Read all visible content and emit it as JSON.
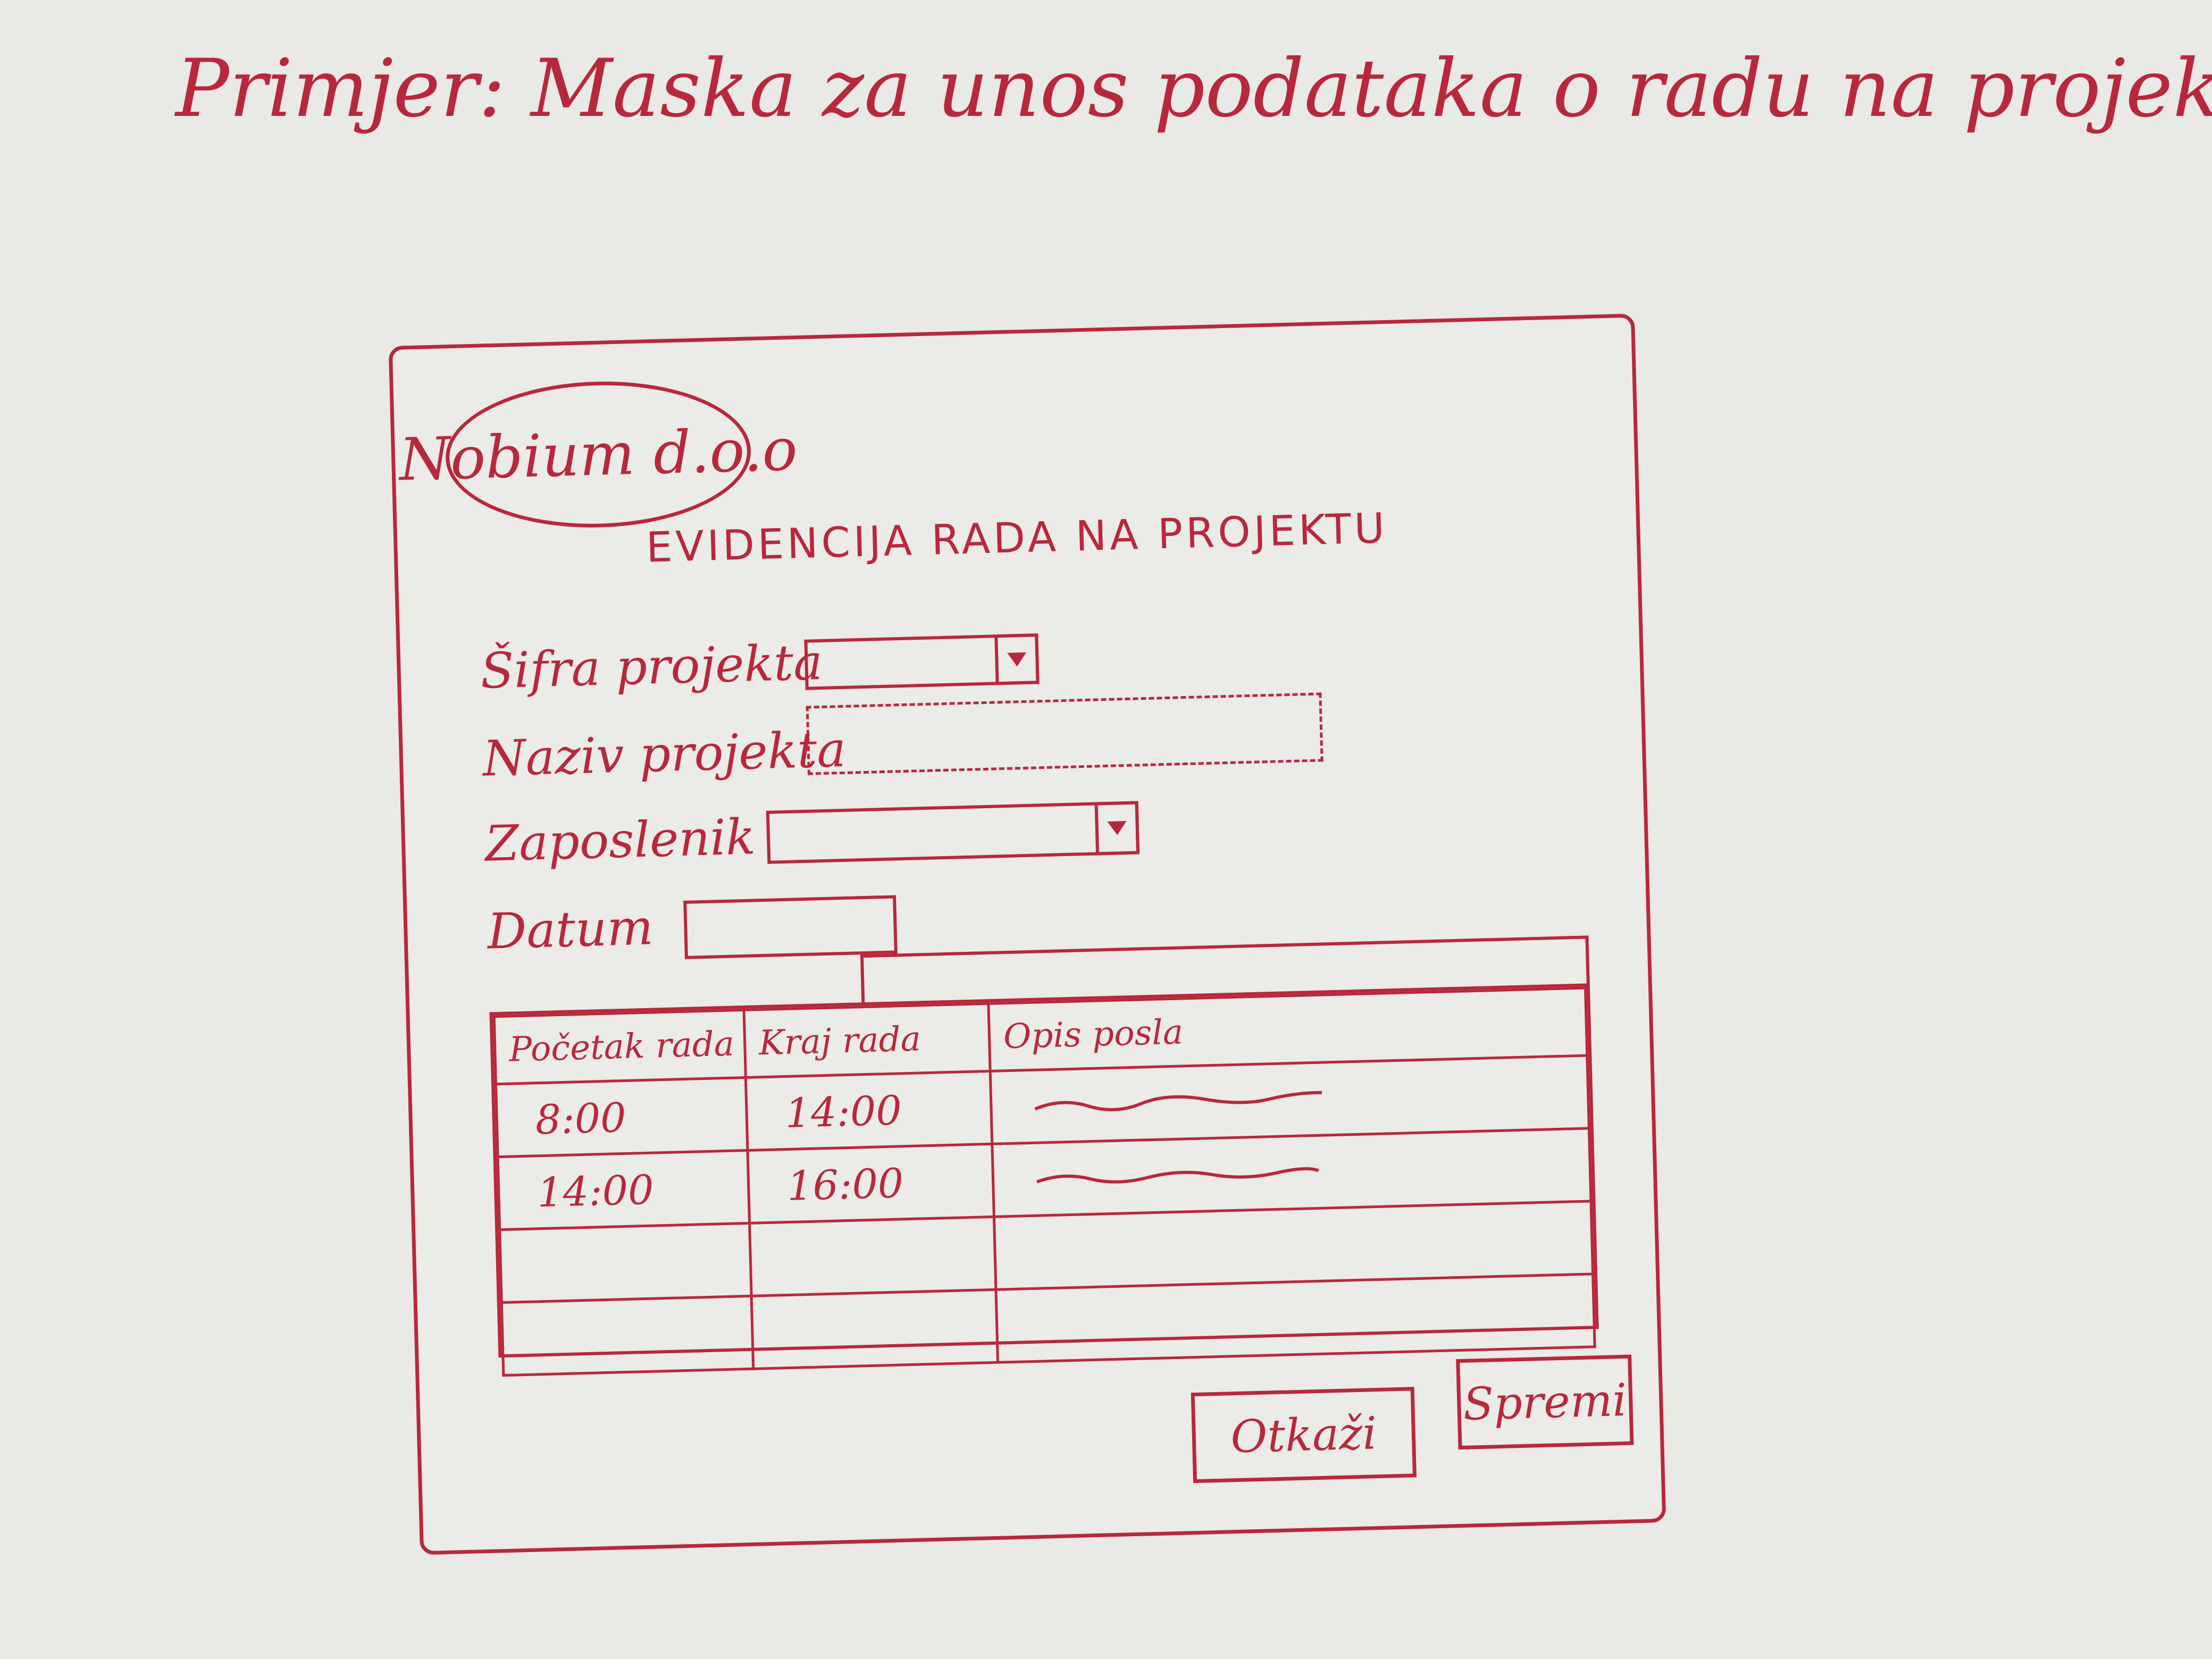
{
  "heading": "Primjer: Maska za unos podataka o radu na projektu",
  "company": "Nobium d.o.o",
  "form_title": "EVIDENCIJA RADA NA PROJEKTU",
  "fields": {
    "project_code_label": "Šifra projekta",
    "project_name_label": "Naziv projekta",
    "employee_label": "Zaposlenik",
    "date_label": "Datum"
  },
  "table": {
    "headers": [
      "Početak rada",
      "Kraj rada",
      "Opis posla"
    ],
    "rows": [
      [
        "8:00",
        "14:00"
      ],
      [
        "14:00",
        "16:00"
      ]
    ]
  },
  "buttons": {
    "cancel": "Otkaži",
    "save": "Spremi"
  },
  "colors": {
    "ink": "#b8283c",
    "paper": "#e9e9e6"
  }
}
